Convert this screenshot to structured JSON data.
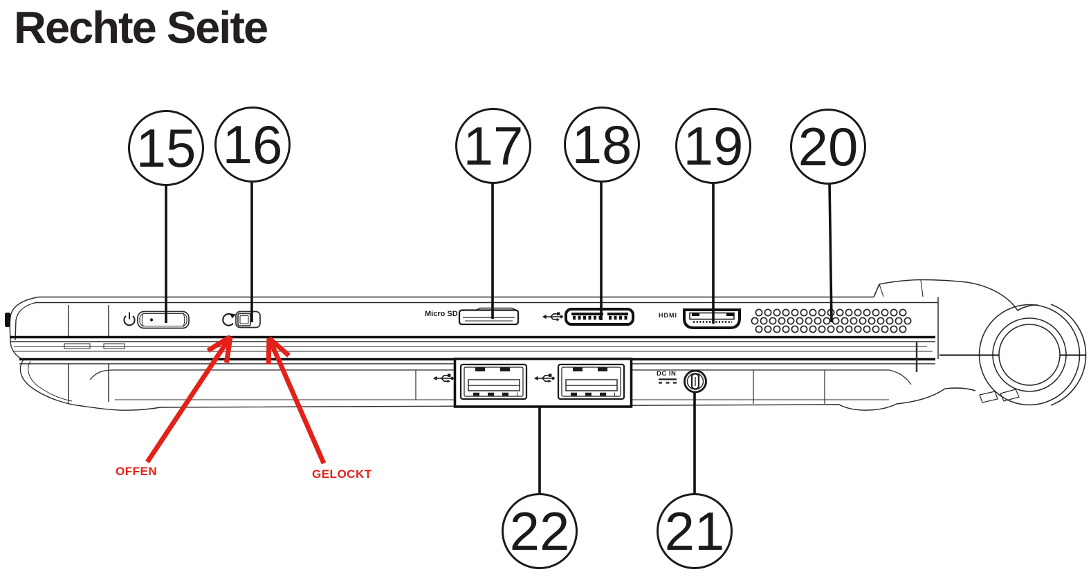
{
  "title": "Rechte Seite",
  "callouts": {
    "top": [
      "15",
      "16",
      "17",
      "18",
      "19",
      "20"
    ],
    "bottom": [
      "22",
      "21"
    ]
  },
  "device": {
    "micro_sd_label": "Micro SD",
    "hdmi_label": "HDMI",
    "dc_in_label": "DC IN"
  },
  "annotations": {
    "open_label": "OFFEN",
    "locked_label": "GELOCKT"
  },
  "colors": {
    "line": "#2b2b2b",
    "dark": "#111111",
    "annotation_red": "#e32119",
    "text": "#1c1c1c"
  }
}
